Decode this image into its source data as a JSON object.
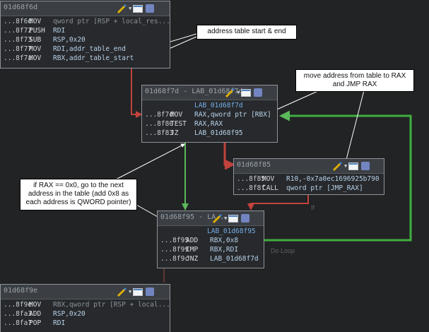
{
  "blocks": {
    "b1": {
      "title": "01d68f6d",
      "lines": [
        {
          "addr": "...8f6d",
          "mnem": "MOV",
          "ops": "qword ptr [RSP + local_res..."
        },
        {
          "addr": "...8f72",
          "mnem": "PUSH",
          "ops": "RDI"
        },
        {
          "addr": "...8f73",
          "mnem": "SUB",
          "ops": "RSP,0x20"
        },
        {
          "addr": "...8f77",
          "mnem": "MOV",
          "ops": "RDI,addr_table_end"
        },
        {
          "addr": "...8f7a",
          "mnem": "MOV",
          "ops": "RBX,addr_table_start"
        }
      ]
    },
    "b2": {
      "title": "01d68f7d - LAB_01d68f7d",
      "label": "LAB_01d68f7d",
      "lines": [
        {
          "addr": "...8f7d",
          "mnem": "MOV",
          "ops": "RAX,qword ptr [RBX]"
        },
        {
          "addr": "...8f80",
          "mnem": "TEST",
          "ops": "RAX,RAX"
        },
        {
          "addr": "...8f83",
          "mnem": "JZ",
          "ops": "LAB_01d68f95"
        }
      ]
    },
    "b3": {
      "title": "01d68f85",
      "lines": [
        {
          "addr": "...8f85",
          "mnem": "MOV",
          "ops": "R10,-0x7a0ec1696925b790"
        },
        {
          "addr": "...8f8f",
          "mnem": "CALL",
          "ops": "qword ptr [JMP_RAX]"
        }
      ]
    },
    "b4": {
      "title": "01d68f95 - LA...",
      "label": "LAB_01d68f95",
      "lines": [
        {
          "addr": "...8f95",
          "mnem": "ADD",
          "ops": "RBX,0x8"
        },
        {
          "addr": "...8f99",
          "mnem": "CMP",
          "ops": "RBX,RDI"
        },
        {
          "addr": "...8f9c",
          "mnem": "JNZ",
          "ops": "LAB_01d68f7d"
        }
      ]
    },
    "b5": {
      "title": "01d68f9e",
      "lines": [
        {
          "addr": "...8f9e",
          "mnem": "MOV",
          "ops": "RBX,qword ptr [RSP + local..."
        },
        {
          "addr": "...8fa3",
          "mnem": "ADD",
          "ops": "RSP,0x20"
        },
        {
          "addr": "...8fa7",
          "mnem": "POP",
          "ops": "RDI"
        }
      ]
    }
  },
  "callouts": {
    "table": "address table start & end",
    "move": "move address from table to RAX and JMP RAX",
    "rax_zero": "if RAX == 0x0, go to the next address in the table (add 0x8 as each address is QWORD pointer)"
  },
  "edge_labels": {
    "if": "If",
    "do_loop": "Do Loop"
  },
  "colors": {
    "edge_red": "#c2423c",
    "edge_green": "#5cb85c",
    "loop_green": "#3fae3f",
    "bookmark": "#7285c1"
  }
}
